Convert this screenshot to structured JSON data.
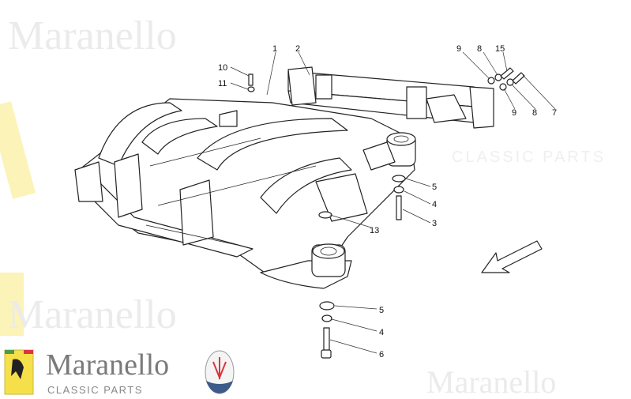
{
  "watermark": {
    "brand": "Maranello",
    "sub": "CLASSIC PARTS"
  },
  "logo": {
    "brand": "Maranello",
    "sub": "CLASSIC PARTS",
    "left_badge": "Ferrari",
    "right_badge": "MASERATI"
  },
  "callouts": [
    "1",
    "2",
    "10",
    "11",
    "9",
    "8",
    "15",
    "9",
    "8",
    "7",
    "5",
    "4",
    "3",
    "13",
    "5",
    "4",
    "6"
  ],
  "colors": {
    "line": "#222222",
    "watermark": "#ebebeb",
    "ferrari_yellow": "#f5e04a",
    "maserati_red": "#d9363e",
    "maserati_blue": "#3c5a8a"
  }
}
